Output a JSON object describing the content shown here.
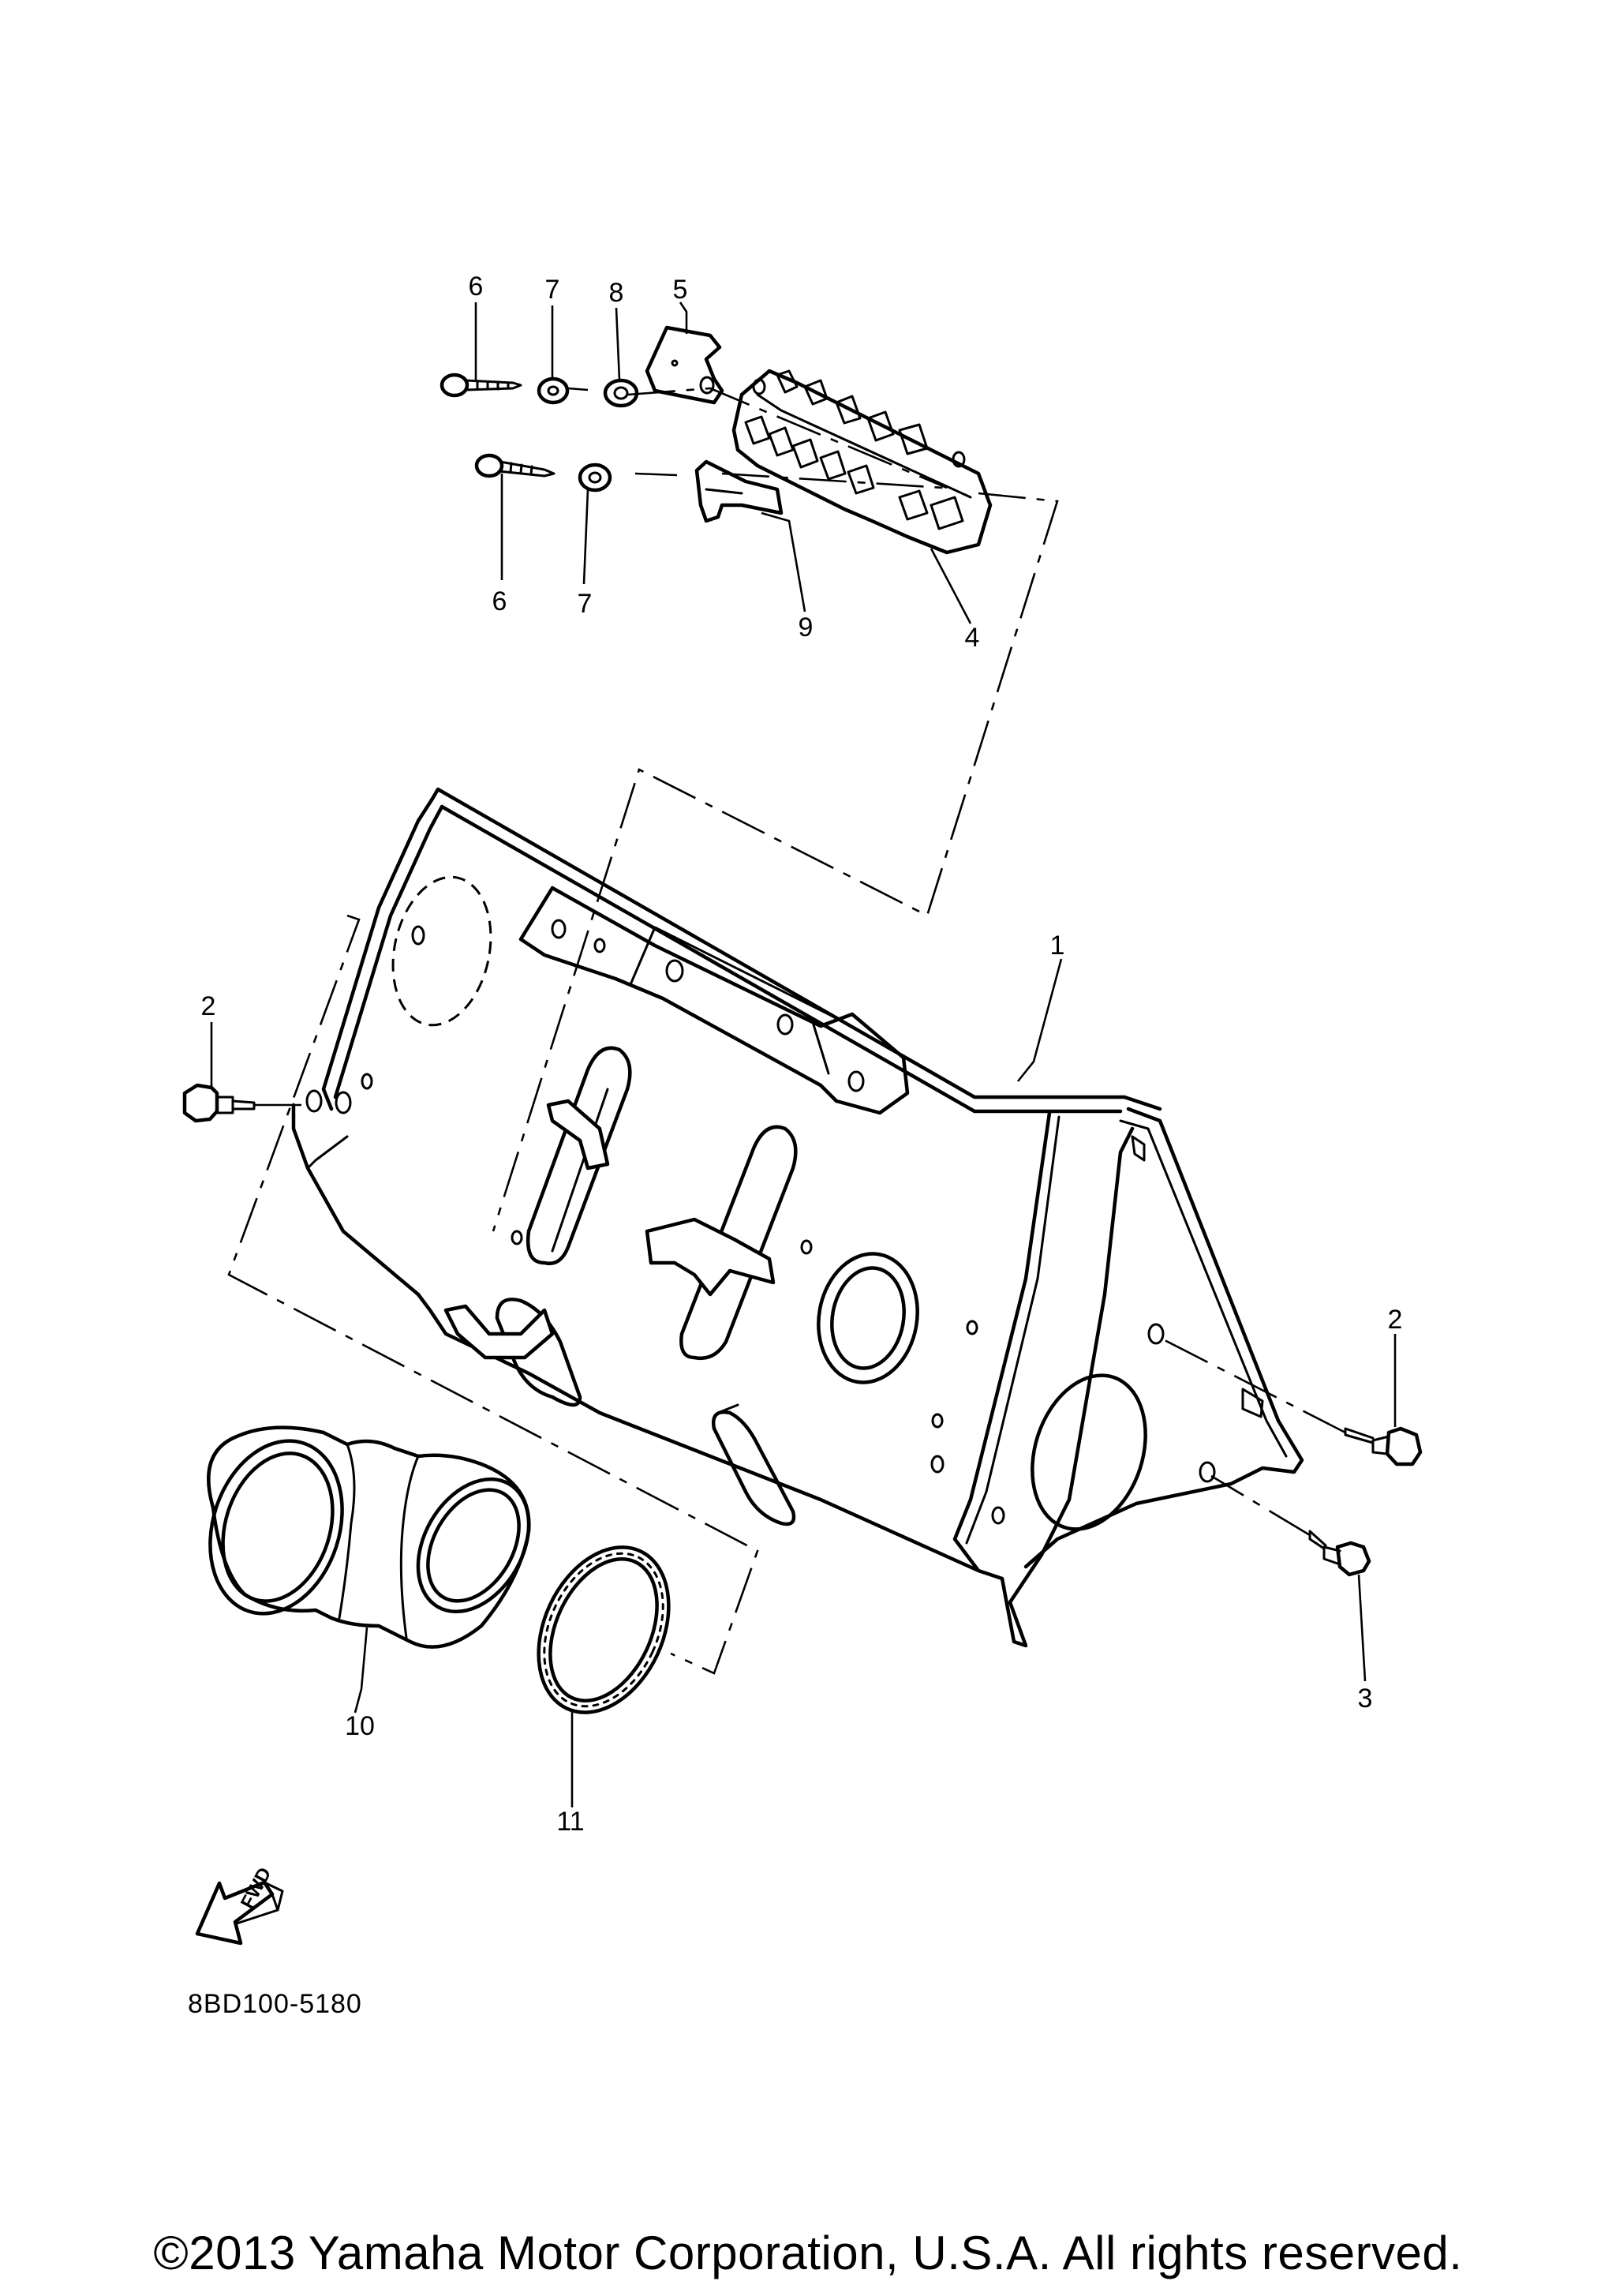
{
  "diagram": {
    "callouts": [
      {
        "id": "c6a",
        "label": "6"
      },
      {
        "id": "c7a",
        "label": "7"
      },
      {
        "id": "c8",
        "label": "8"
      },
      {
        "id": "c5",
        "label": "5"
      },
      {
        "id": "c6b",
        "label": "6"
      },
      {
        "id": "c7b",
        "label": "7"
      },
      {
        "id": "c9",
        "label": "9"
      },
      {
        "id": "c4",
        "label": "4"
      },
      {
        "id": "c1",
        "label": "1"
      },
      {
        "id": "c2a",
        "label": "2"
      },
      {
        "id": "c2b",
        "label": "2"
      },
      {
        "id": "c3",
        "label": "3"
      },
      {
        "id": "c10",
        "label": "10"
      },
      {
        "id": "c11",
        "label": "11"
      }
    ],
    "fwd_label": "FWD",
    "diagram_code": "8BD100-5180"
  },
  "footer": {
    "copyright": "©2013 Yamaha Motor Corporation, U.S.A. All rights reserved."
  }
}
